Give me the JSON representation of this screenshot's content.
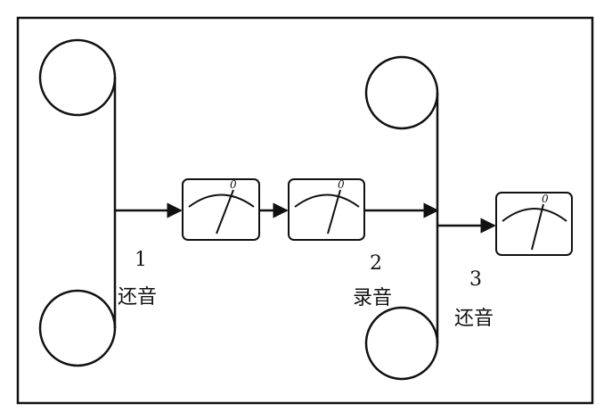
{
  "labels": {
    "step1_number": "1",
    "step1_text": "还音",
    "step2_number": "2",
    "step2_text": "录音",
    "step3_number": "3",
    "step3_text": "还音"
  },
  "meters": [
    {
      "zero_label": "0"
    },
    {
      "zero_label": "0"
    },
    {
      "zero_label": "0"
    }
  ],
  "colors": {
    "stroke": "#111111",
    "background": "#ffffff"
  }
}
